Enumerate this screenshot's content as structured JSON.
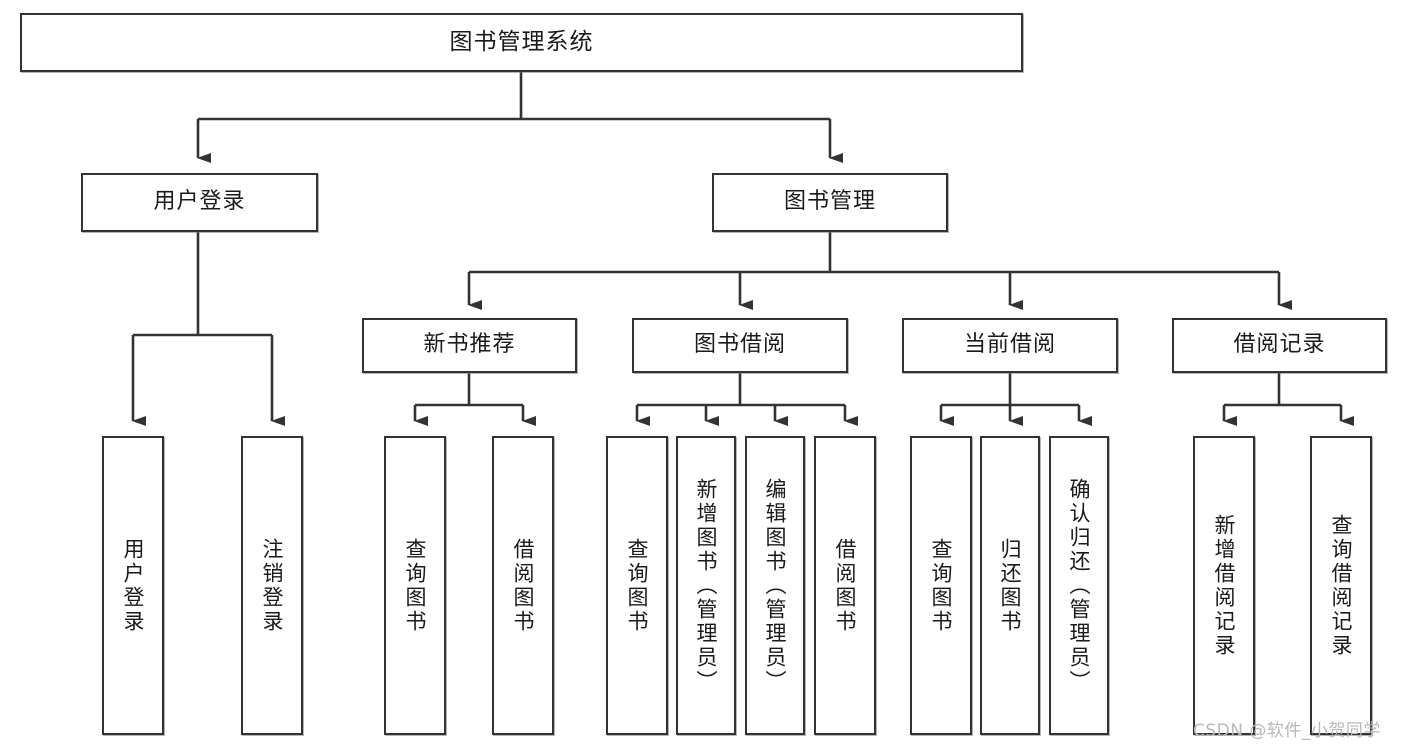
{
  "diagram": {
    "title": "图书管理系统",
    "type": "functional-structure-tree",
    "watermark": "CSDN @软件_小贺同学",
    "colors": {
      "node_border": "#333333",
      "node_fill": "#ffffff",
      "connector": "#333333",
      "background": "#ffffff",
      "watermark": "#b8b8b8"
    },
    "nodes": {
      "root": {
        "label": "图书管理系统"
      },
      "level2": [
        {
          "label": "用户登录"
        },
        {
          "label": "图书管理"
        }
      ],
      "level3": [
        {
          "label": "新书推荐"
        },
        {
          "label": "图书借阅"
        },
        {
          "label": "当前借阅"
        },
        {
          "label": "借阅记录"
        }
      ],
      "leaves": {
        "user_login": [
          {
            "label": "用户登录"
          },
          {
            "label": "注销登录"
          }
        ],
        "new_book": [
          {
            "label": "查询图书"
          },
          {
            "label": "借阅图书"
          }
        ],
        "book_borrow": [
          {
            "label": "查询图书"
          },
          {
            "label": "新增图书（管理员）"
          },
          {
            "label": "编辑图书（管理员）"
          },
          {
            "label": "借阅图书"
          }
        ],
        "current_borrow": [
          {
            "label": "查询图书"
          },
          {
            "label": "归还图书"
          },
          {
            "label": "确认归还（管理员）"
          }
        ],
        "borrow_record": [
          {
            "label": "新增借阅记录"
          },
          {
            "label": "查询借阅记录"
          }
        ]
      }
    }
  }
}
